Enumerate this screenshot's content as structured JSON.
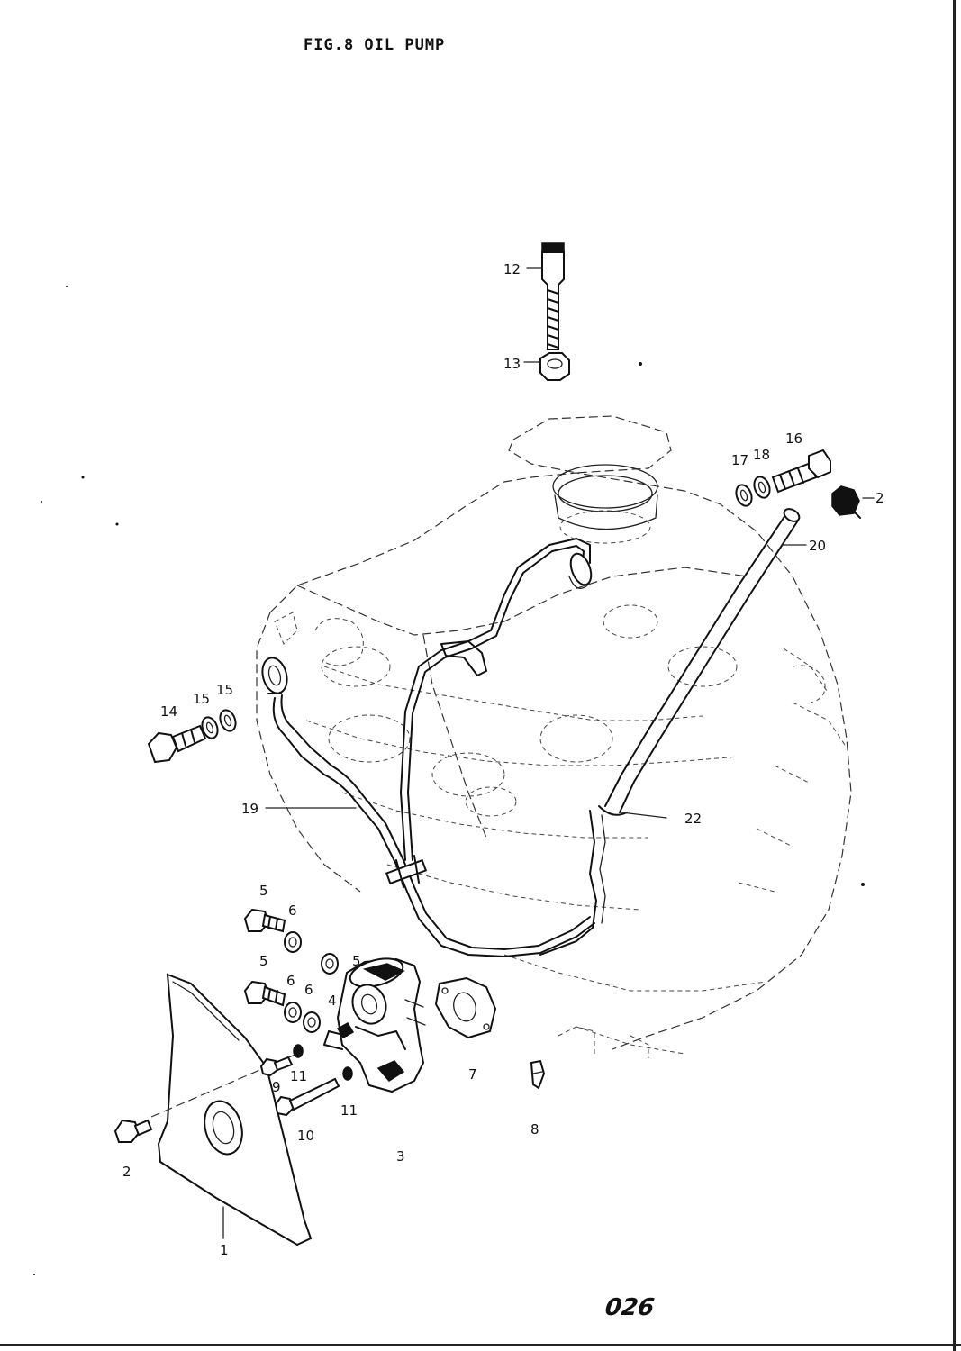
{
  "title": "FIG.8  OIL PUMP",
  "page_number": "026",
  "callouts": {
    "p1": "1",
    "p2a": "2",
    "p2b": "2",
    "p3": "3",
    "p4": "4",
    "p5a": "5",
    "p5b": "5",
    "p5c": "5",
    "p6a": "6",
    "p6b": "6",
    "p6c": "6",
    "p7": "7",
    "p8": "8",
    "p9": "9",
    "p10": "10",
    "p11a": "11",
    "p11b": "11",
    "p12": "12",
    "p13": "13",
    "p14": "14",
    "p15a": "15",
    "p15b": "15",
    "p16": "16",
    "p17": "17",
    "p18": "18",
    "p19": "19",
    "p20": "20",
    "p22": "22"
  }
}
